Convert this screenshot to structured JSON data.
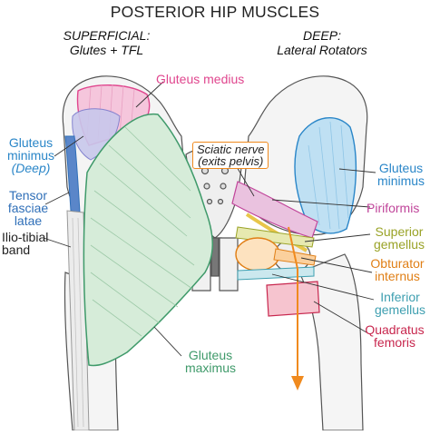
{
  "title": "POSTERIOR HIP MUSCLES",
  "left_heading": {
    "line1": "SUPERFICIAL:",
    "line2": "Glutes + TFL"
  },
  "right_heading": {
    "line1": "DEEP:",
    "line2": "Lateral Rotators"
  },
  "labels": {
    "gluteus_medius": "Gluteus medius",
    "gluteus_minimus_deep": {
      "line1": "Gluteus",
      "line2": "minimus",
      "line3": "(Deep)"
    },
    "tensor_fasciae_latae": {
      "line1": "Tensor",
      "line2": "fasciae",
      "line3": "latae"
    },
    "iliotibial_band": {
      "line1": "Ilio-tibial",
      "line2": "band"
    },
    "gluteus_maximus": {
      "line1": "Gluteus",
      "line2": "maximus"
    },
    "sciatic_nerve": {
      "line1": "Sciatic nerve",
      "line2": "(exits pelvis)"
    },
    "gluteus_minimus": {
      "line1": "Gluteus",
      "line2": "minimus"
    },
    "piriformis": "Piriformis",
    "superior_gemellus": {
      "line1": "Superior",
      "line2": "gemellus"
    },
    "obturator_internus": {
      "line1": "Obturator",
      "line2": "internus"
    },
    "inferior_gemellus": {
      "line1": "Inferior",
      "line2": "gemellus"
    },
    "quadratus_femoris": {
      "line1": "Quadratus",
      "line2": "femoris"
    }
  },
  "colors": {
    "gluteus_medius": "#e0468e",
    "gluteus_minimus": "#2a86c8",
    "tensor_fasciae_latae": "#2f6fb8",
    "gluteus_maximus": "#3f9a6a",
    "sciatic_nerve_box": "#f08a1e",
    "piriformis": "#c0459a",
    "superior_gemellus": "#9aa327",
    "obturator_internus": "#e07f16",
    "inferior_gemellus": "#3e9fb0",
    "quadratus_femoris": "#c8274e",
    "bone_outline": "#555555"
  }
}
